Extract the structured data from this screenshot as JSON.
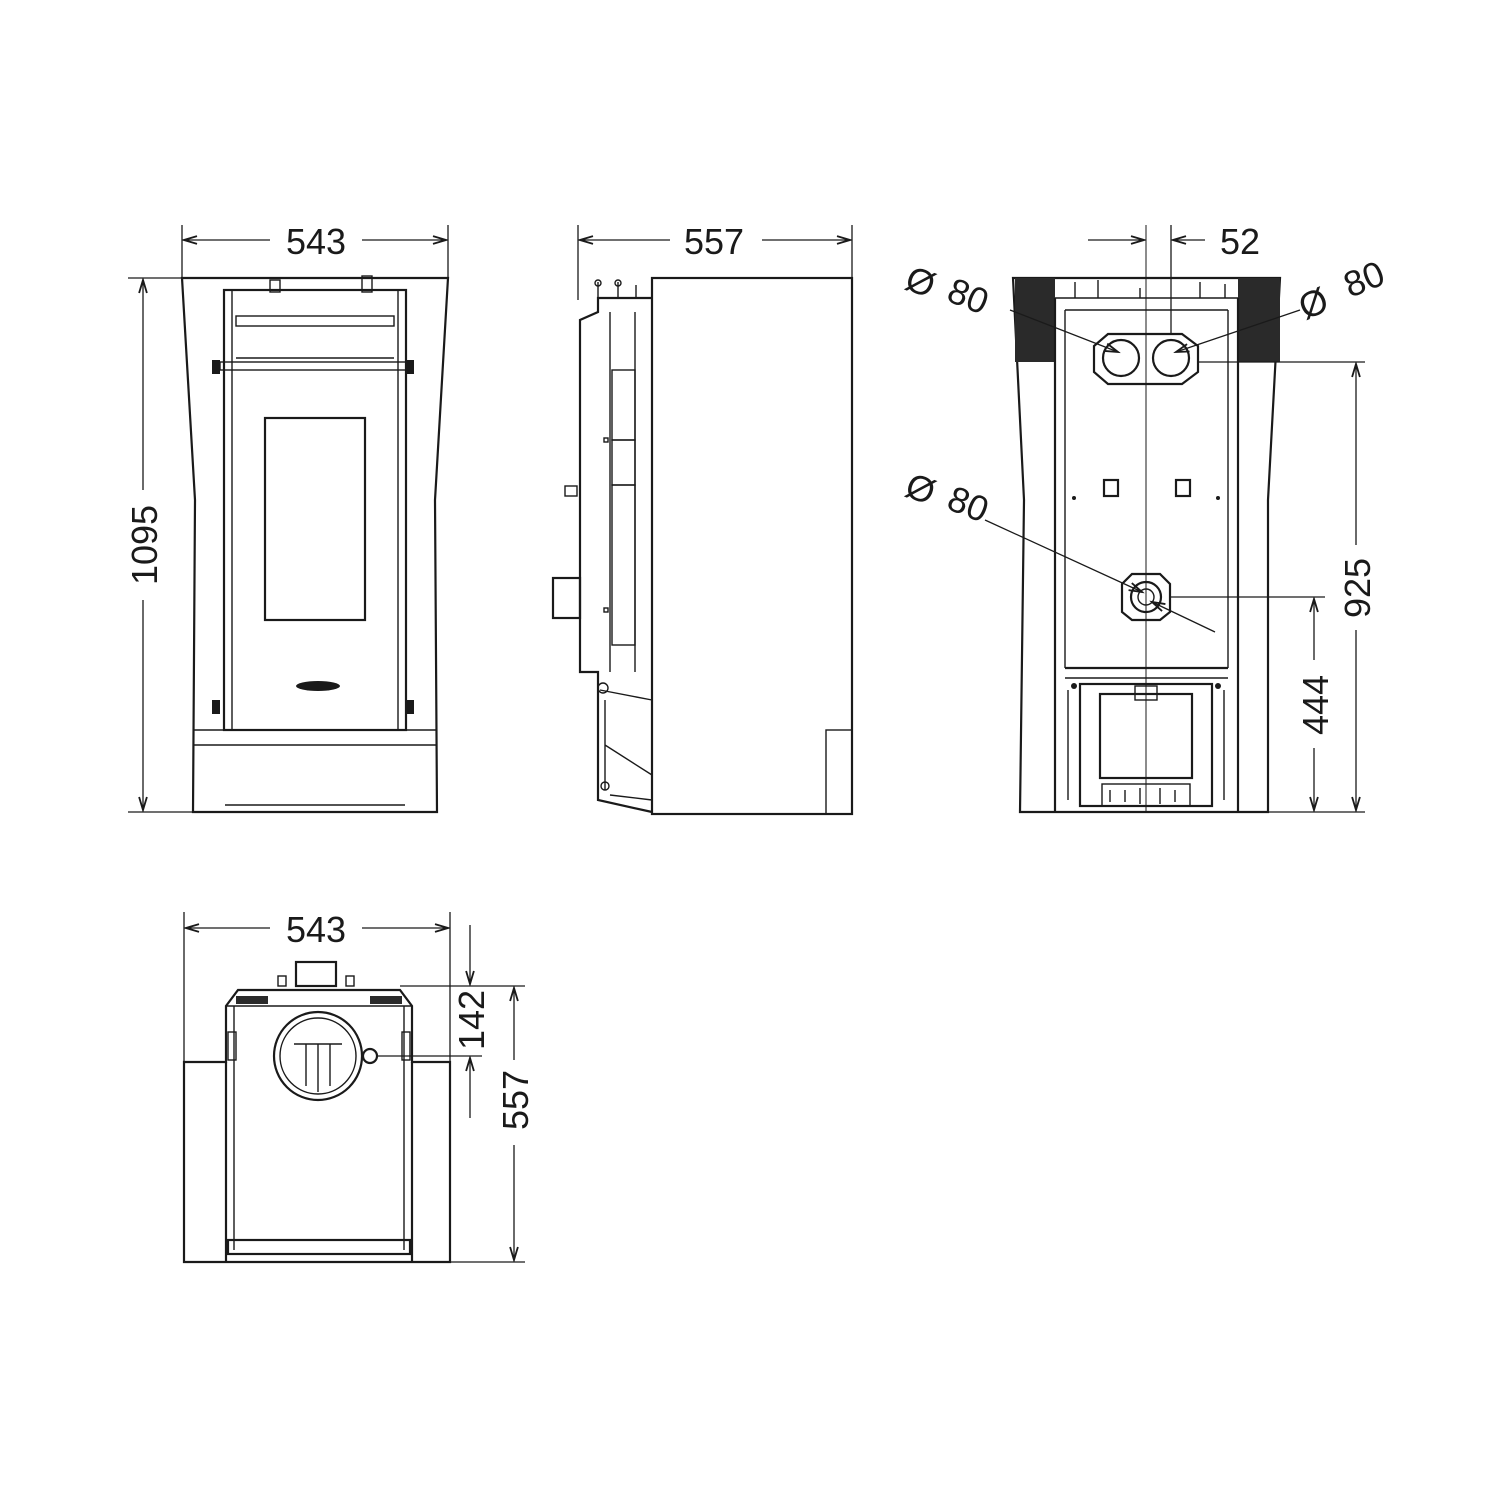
{
  "dimensions": {
    "front_width": "543",
    "front_height": "1095",
    "side_depth": "557",
    "rear_offset": "52",
    "rear_pipe_left": "80",
    "rear_pipe_right": "80",
    "rear_pipe_lower": "80",
    "rear_height_upper": "925",
    "rear_height_lower": "444",
    "top_width": "543",
    "top_offset": "142",
    "top_depth": "557"
  },
  "diameter_symbol": "Ø"
}
